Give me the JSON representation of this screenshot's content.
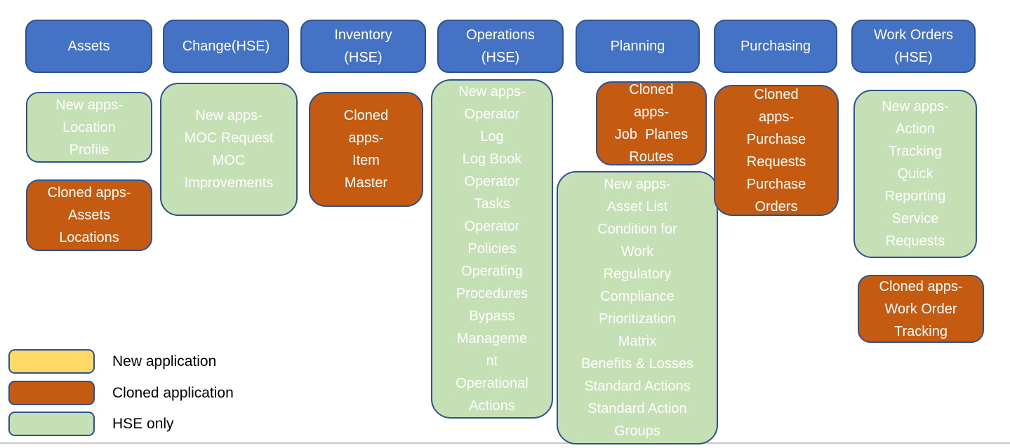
{
  "columns": [
    {
      "header": "Assets",
      "boxes": [
        {
          "kind": "hse",
          "text": "New apps-\nLocation\nProfile"
        },
        {
          "kind": "cloned",
          "text": "Cloned apps-\nAssets\nLocations"
        }
      ]
    },
    {
      "header": "Change(HSE)",
      "boxes": [
        {
          "kind": "hse",
          "text": "New apps-\nMOC Request\nMOC\nImprovements"
        }
      ]
    },
    {
      "header": "Inventory\n(HSE)",
      "boxes": [
        {
          "kind": "cloned",
          "text": "Cloned\napps-\nItem\nMaster"
        }
      ]
    },
    {
      "header": "Operations\n(HSE)",
      "boxes": [
        {
          "kind": "hse",
          "text": "New apps-\nOperator\nLog\nLog Book\nOperator\nTasks\nOperator\nPolicies\nOperating\nProcedures\nBypass\nManageme\nnt\nOperational\nActions"
        }
      ]
    },
    {
      "header": "Planning",
      "boxes": [
        {
          "kind": "cloned",
          "text": "Cloned\napps-\nJob  Planes\nRoutes"
        },
        {
          "kind": "hse",
          "text": "New apps-\nAsset List\nCondition for\nWork\nRegulatory\nCompliance\nPrioritization\nMatrix\nBenefits & Losses\nStandard Actions\nStandard Action\nGroups"
        }
      ]
    },
    {
      "header": "Purchasing",
      "boxes": [
        {
          "kind": "cloned",
          "text": "Cloned\napps-\nPurchase\nRequests\nPurchase\nOrders"
        }
      ]
    },
    {
      "header": "Work Orders\n(HSE)",
      "boxes": [
        {
          "kind": "hse",
          "text": "New apps-\nAction\nTracking\nQuick\nReporting\nService\nRequests"
        },
        {
          "kind": "cloned",
          "text": "Cloned apps-\nWork Order\nTracking"
        }
      ]
    }
  ],
  "legend": {
    "items": [
      {
        "label": "New application",
        "color": "#FFD966"
      },
      {
        "label": "Cloned application",
        "color": "#C55A11"
      },
      {
        "label": "HSE only",
        "color": "#C5E0B4"
      }
    ]
  },
  "colors": {
    "header_fill": "#4472C4",
    "box_border": "#2F528F",
    "cloned_fill": "#C55A11",
    "hse_fill": "#C5E0B4",
    "new_fill": "#FFD966",
    "box_text": "#FFFFFF",
    "legend_text": "#000000"
  }
}
